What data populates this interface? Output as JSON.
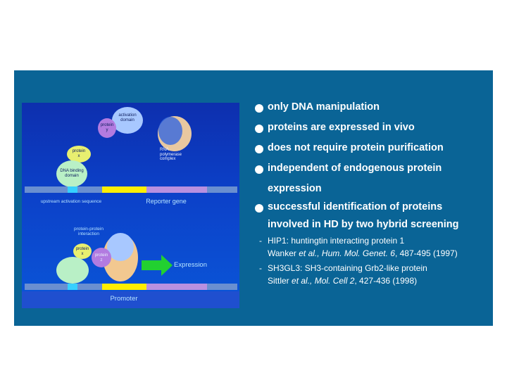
{
  "slide": {
    "colors": {
      "panel": "#0a6496",
      "figure_bg": "#0c41c9",
      "text": "#ffffff"
    }
  },
  "figure": {
    "top": {
      "activation_domain": "activation domain",
      "protein_y": "protein y",
      "protein_x": "protein x",
      "dna_binding_domain": "DNA binding domain",
      "rna_polymerase_complex": "RNA polymerase complex",
      "upstream_activation_sequence": "upstream activation sequence",
      "reporter_gene": "Reporter gene"
    },
    "bottom": {
      "ppi": "protein-protein interaction",
      "protein_x": "protein x",
      "protein_z": "protein z",
      "expression": "Expression",
      "promoter": "Promoter"
    }
  },
  "bullets": [
    {
      "lines": [
        "only DNA manipulation"
      ]
    },
    {
      "lines": [
        "proteins are expressed in vivo"
      ]
    },
    {
      "lines": [
        "does not require protein purification"
      ]
    },
    {
      "lines": [
        "independent of endogenous protein",
        "expression"
      ]
    },
    {
      "lines": [
        "successful identification of proteins",
        "involved in HD by two hybrid screening"
      ]
    }
  ],
  "subitems": [
    {
      "dash": "-",
      "title": "HIP1: huntingtin interacting protein 1",
      "ref_pre": "Wanker ",
      "ref_ital": "et al., Hum. Mol. Genet. 6",
      "ref_post": ", 487-495 (1997)"
    },
    {
      "dash": "-",
      "title": "SH3GL3: SH3-containing Grb2-like protein",
      "ref_pre": "Sittler ",
      "ref_ital": "et al., Mol. Cell 2",
      "ref_post": ",  427-436 (1998)"
    }
  ]
}
